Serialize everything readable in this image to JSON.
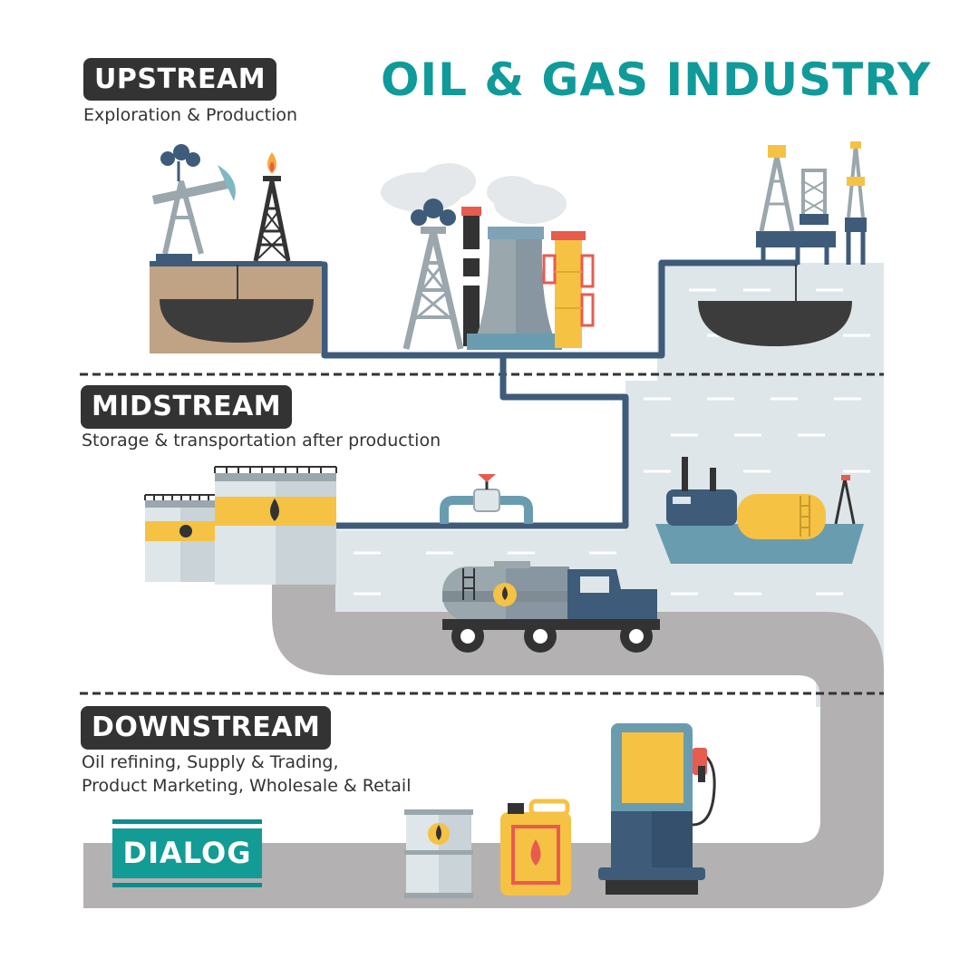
{
  "title": "OIL & GAS INDUSTRY",
  "colors": {
    "accent": "#109a9a",
    "badge": "#333333",
    "pipe": "#3e5b7a",
    "water": "#dfe6e9",
    "road": "#b3b1b1",
    "yellow": "#f6c244",
    "red": "#e85b4f"
  },
  "sections": {
    "upstream": {
      "label": "UPSTREAM",
      "subtitle": "Exploration & Production"
    },
    "midstream": {
      "label": "MIDSTREAM",
      "subtitle": "Storage & transportation after production"
    },
    "downstream": {
      "label": "DOWNSTREAM",
      "subtitle_line1": "Oil refining, Supply & Trading,",
      "subtitle_line2": "Product Marketing, Wholesale & Retail"
    }
  },
  "logo": {
    "text": "DIALOG"
  },
  "icons": [
    "pumpjack-icon",
    "flare-derrick-icon",
    "oil-reservoir-icon",
    "gusher-derrick-icon",
    "refinery-stack-icon",
    "cooling-tower-icon",
    "offshore-platform-icon",
    "storage-tank-icon",
    "pipeline-valve-icon",
    "tanker-ship-icon",
    "tanker-truck-icon",
    "oil-barrel-icon",
    "jerrycan-icon",
    "fuel-pump-icon"
  ]
}
